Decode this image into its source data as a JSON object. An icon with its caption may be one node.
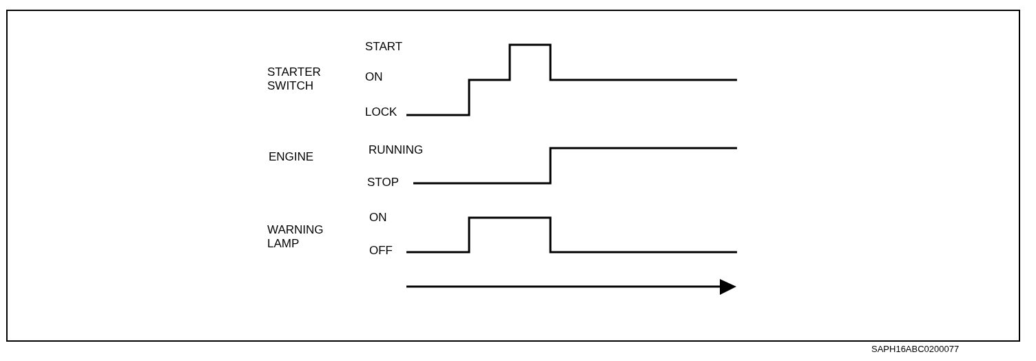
{
  "diagram": {
    "labels": [
      "START",
      "STARTER SWITCH",
      "ON",
      "LOCK",
      "ENGINE",
      "RUNNING",
      "STOP",
      "WARNING LAMP",
      "ON",
      "OFF",
      "SAPH16ABC0200077"
    ]
  }
}
